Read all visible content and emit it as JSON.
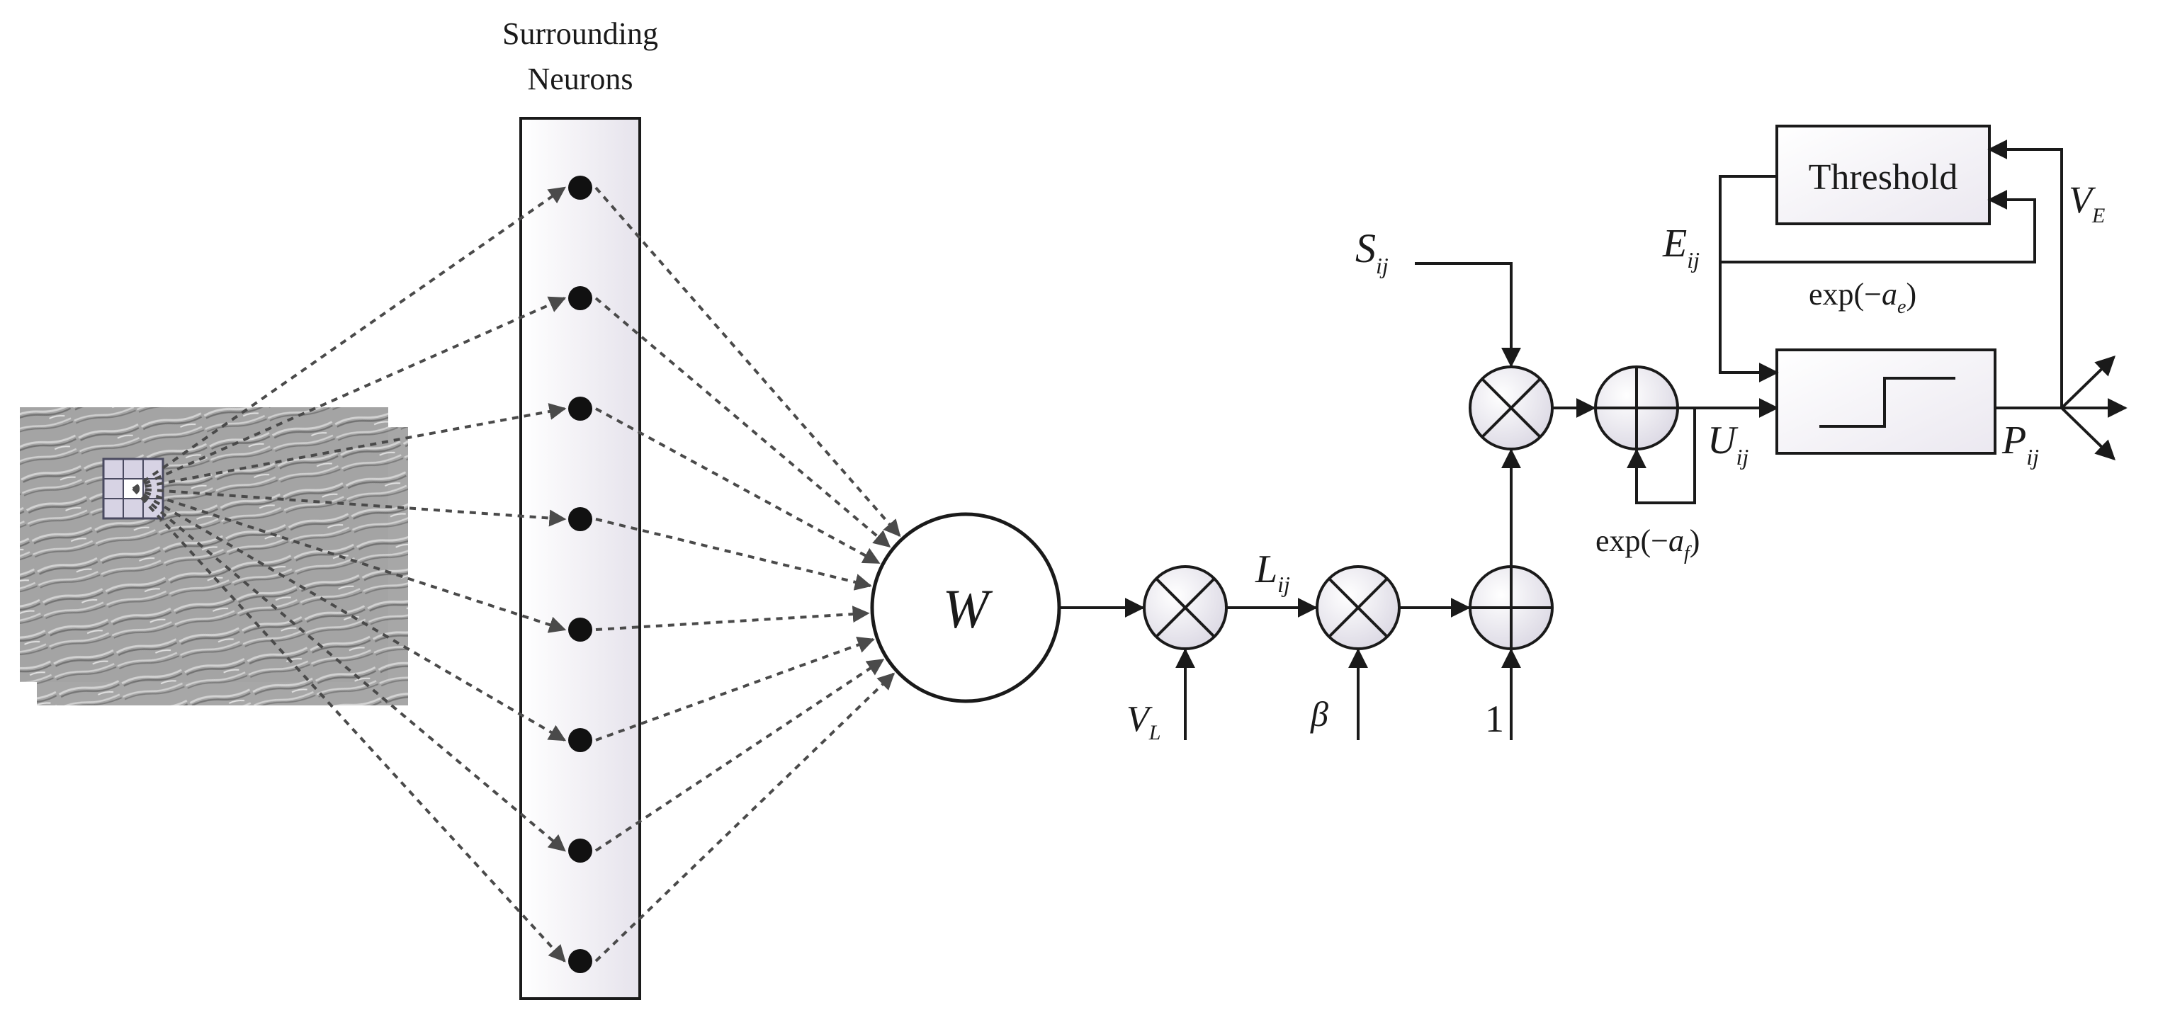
{
  "labels": {
    "surrounding_line1": "Surrounding",
    "surrounding_line2": "Neurons",
    "weight": "W",
    "threshold": "Threshold",
    "s_main": "S",
    "s_sub": "ij",
    "l_main": "L",
    "l_sub": "ij",
    "vl_main": "V",
    "vl_sub": "L",
    "beta": "β",
    "one": "1",
    "u_main": "U",
    "u_sub": "ij",
    "e_main": "E",
    "e_sub": "ij",
    "p_main": "P",
    "p_sub": "ij",
    "ve_main": "V",
    "ve_sub": "E",
    "expf_pre": "exp(−",
    "expf_var": "a",
    "expf_sub": "f",
    "expf_post": ")",
    "expe_pre": "exp(−",
    "expe_var": "a",
    "expe_sub": "e",
    "expe_post": ")"
  },
  "neuron_count": 8
}
